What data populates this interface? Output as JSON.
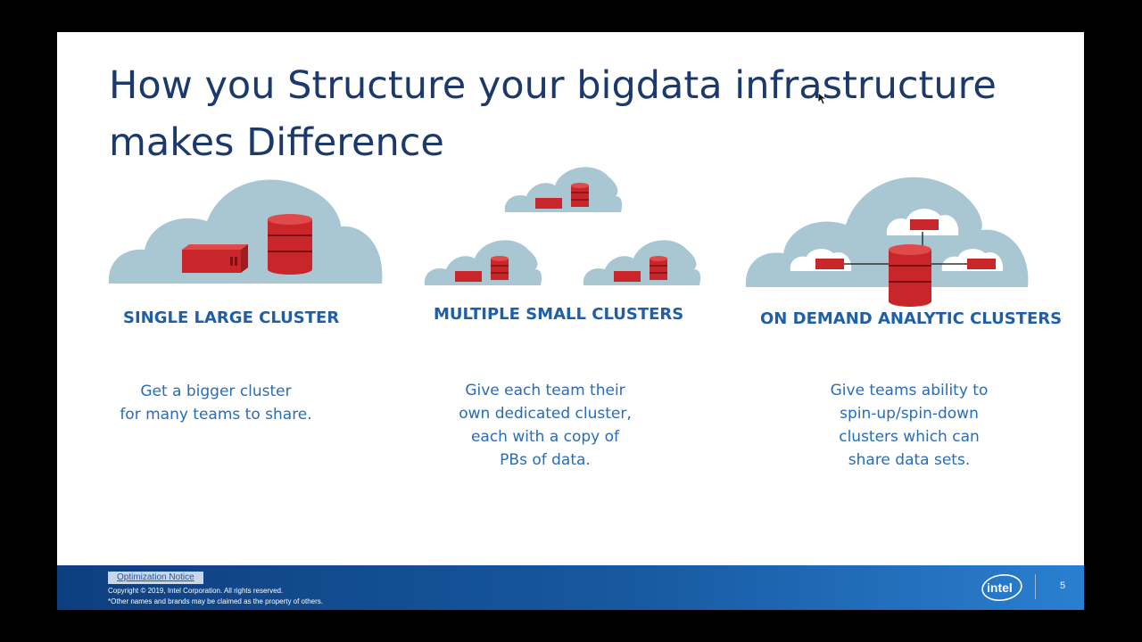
{
  "slide": {
    "title_line1": "How you Structure your bigdata infrastructure",
    "title_line2": "makes Difference",
    "columns": [
      {
        "heading": "SINGLE LARGE CLUSTER",
        "desc": [
          "Get a bigger cluster",
          "for many teams to share."
        ]
      },
      {
        "heading": "MULTIPLE SMALL CLUSTERS",
        "desc": [
          "Give each team their",
          "own dedicated cluster,",
          "each with a copy of",
          "PBs of data."
        ]
      },
      {
        "heading": "ON DEMAND ANALYTIC CLUSTERS",
        "desc": [
          "Give teams ability to",
          "spin-up/spin-down",
          "clusters which can",
          "share data sets."
        ]
      }
    ],
    "icons": [
      "cloud-icon",
      "database-icon",
      "server-icon",
      "intel-logo"
    ],
    "colors": {
      "title": "#1b3a6b",
      "heading": "#1f5fa8",
      "text": "#2a6cb5",
      "cloud": "#a9c7d3",
      "database": "#c8262a"
    }
  },
  "footer": {
    "notice": "Optimization Notice",
    "copyright": "Copyright ©  2019, Intel Corporation. All rights reserved.",
    "disclaimer": "*Other names and brands may be claimed as the property of others.",
    "logo_text": "intel",
    "page_number": "5"
  }
}
